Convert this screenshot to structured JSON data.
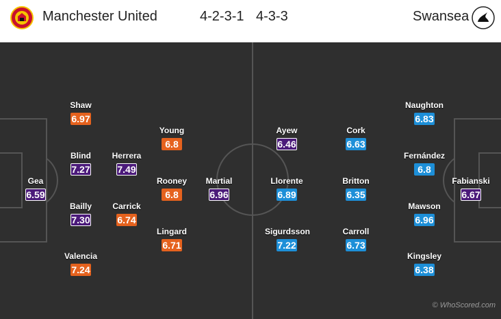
{
  "header": {
    "home_team": "Manchester United",
    "away_team": "Swansea",
    "home_formation": "4-2-3-1",
    "away_formation": "4-3-3",
    "home_crest_icon": "manchester-united-crest-icon",
    "away_crest_icon": "swansea-swan-crest-icon"
  },
  "colors": {
    "pitch": "#2f2f2f",
    "lines": "#555555",
    "rating_orange": "#e5621e",
    "rating_purple": "#4b1a7a",
    "rating_blue": "#1d8fd8"
  },
  "home_players": [
    {
      "name": "Gea",
      "rating": "6.59"
    },
    {
      "name": "Shaw",
      "rating": "6.97"
    },
    {
      "name": "Blind",
      "rating": "7.27"
    },
    {
      "name": "Bailly",
      "rating": "7.30"
    },
    {
      "name": "Valencia",
      "rating": "7.24"
    },
    {
      "name": "Herrera",
      "rating": "7.49"
    },
    {
      "name": "Carrick",
      "rating": "6.74"
    },
    {
      "name": "Young",
      "rating": "6.8"
    },
    {
      "name": "Rooney",
      "rating": "6.8"
    },
    {
      "name": "Lingard",
      "rating": "6.71"
    },
    {
      "name": "Martial",
      "rating": "6.96"
    }
  ],
  "away_players": [
    {
      "name": "Ayew",
      "rating": "6.46"
    },
    {
      "name": "Llorente",
      "rating": "6.89"
    },
    {
      "name": "Sigurdsson",
      "rating": "7.22"
    },
    {
      "name": "Cork",
      "rating": "6.63"
    },
    {
      "name": "Britton",
      "rating": "6.35"
    },
    {
      "name": "Carroll",
      "rating": "6.73"
    },
    {
      "name": "Naughton",
      "rating": "6.83"
    },
    {
      "name": "Fernández",
      "rating": "6.8"
    },
    {
      "name": "Mawson",
      "rating": "6.96"
    },
    {
      "name": "Kingsley",
      "rating": "6.38"
    },
    {
      "name": "Fabianski",
      "rating": "6.67"
    }
  ],
  "watermark": "© WhoScored.com"
}
